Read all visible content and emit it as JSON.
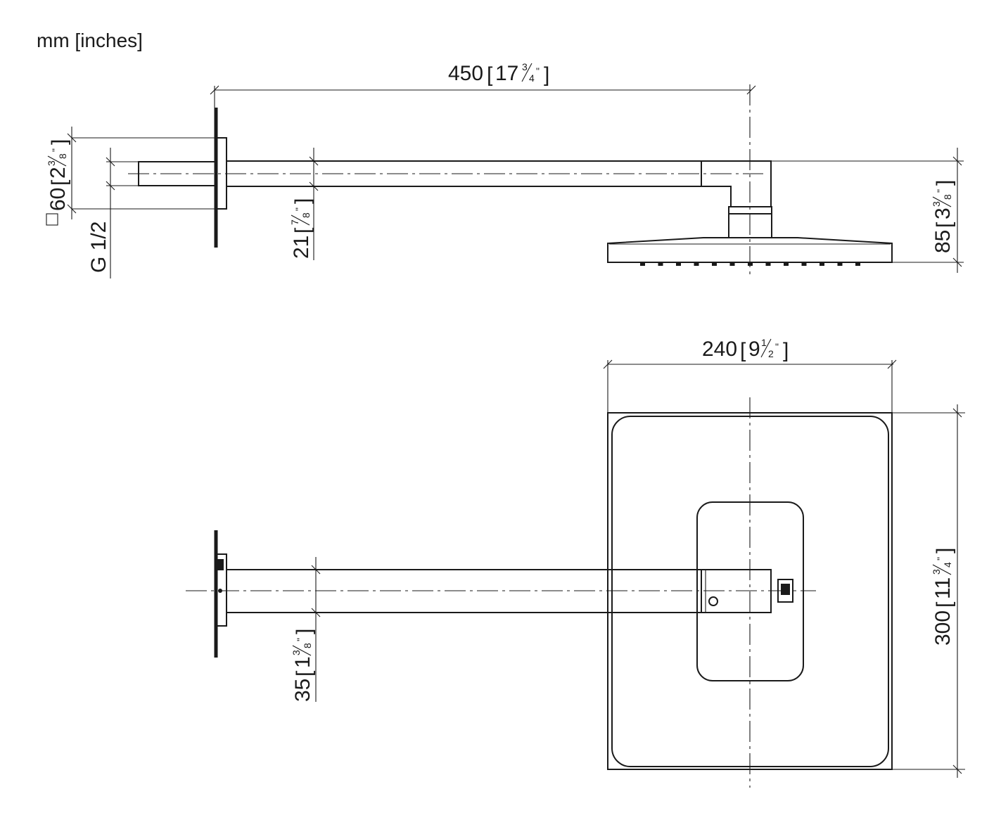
{
  "units_label": "mm [inches]",
  "side_view": {
    "overall_length": {
      "mm": "450",
      "in_whole": "17",
      "in_num": "3",
      "in_den": "4"
    },
    "flange_square": {
      "prefix": "□",
      "mm": "60",
      "in_whole": "2",
      "in_num": "3",
      "in_den": "8"
    },
    "thread": "G 1/2",
    "arm_height": {
      "mm": "21",
      "in_whole": "",
      "in_num": "7",
      "in_den": "8"
    },
    "total_height": {
      "mm": "85",
      "in_whole": "3",
      "in_num": "3",
      "in_den": "8"
    }
  },
  "top_view": {
    "head_width": {
      "mm": "240",
      "in_whole": "9",
      "in_num": "1",
      "in_den": "2"
    },
    "head_length": {
      "mm": "300",
      "in_whole": "11",
      "in_num": "3",
      "in_den": "4"
    },
    "arm_width": {
      "mm": "35",
      "in_whole": "1",
      "in_num": "3",
      "in_den": "8"
    }
  },
  "inch_mark": "\"",
  "bracket_open": "[",
  "bracket_close": "]"
}
